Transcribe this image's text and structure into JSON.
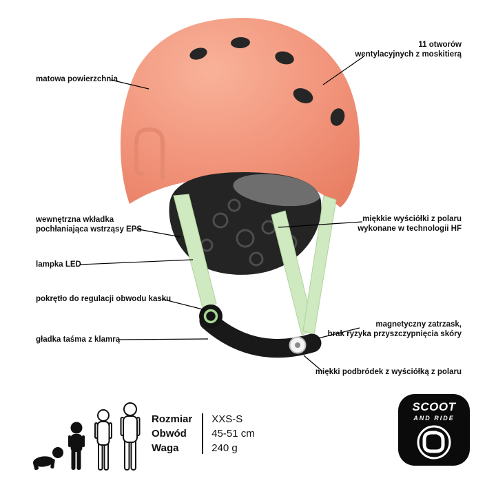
{
  "labels": {
    "left": [
      {
        "text": "matowa powierzchnia"
      },
      {
        "text": "wewnętrzna wkładka\npochłaniająca wstrząsy EPS"
      },
      {
        "text": "lampka LED"
      },
      {
        "text": "pokrętło do regulacji obwodu kasku"
      },
      {
        "text": "gładka taśma z klamrą"
      }
    ],
    "right": [
      {
        "text": "11 otworów\nwentylacyjnych z moskitierą"
      },
      {
        "text": "miękkie wyściółki z polaru\nwykonane w technologii HF"
      },
      {
        "text": "magnetyczny zatrzask,\nbrak ryzyka przyszczypnięcia skóry"
      },
      {
        "text": "miękki podbródek z wyściółką z polaru"
      }
    ]
  },
  "specs": {
    "rows": [
      {
        "label": "Rozmiar",
        "value": "XXS-S"
      },
      {
        "label": "Obwód",
        "value": "45-51 cm"
      },
      {
        "label": "Waga",
        "value": "240 g"
      }
    ]
  },
  "brand": {
    "line1": "SCOOT",
    "line2": "AND RIDE"
  },
  "colors": {
    "helmet_shell": "#F2937B",
    "strap_green": "#CFE9C0",
    "lining_dark": "#242424",
    "brand_bg": "#0B0B0B",
    "background": "#FFFFFF"
  },
  "icons": {
    "size_silhouettes": [
      "crawling-baby-icon",
      "toddler-icon",
      "child-outline-icon",
      "child-tall-outline-icon"
    ]
  }
}
